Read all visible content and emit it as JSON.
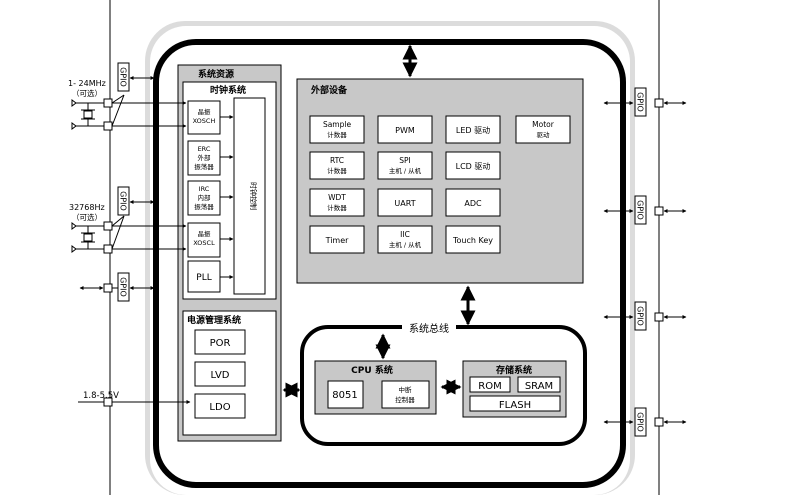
{
  "external": {
    "crystal_high": "1- 24MHz",
    "crystal_high_note": "（可选）",
    "crystal_low": "32768Hz",
    "crystal_low_note": "（可选）",
    "supply": "1.8-5.5V",
    "gpio": "GPIO"
  },
  "system_resources": {
    "title": "系统资源",
    "clock_title": "时钟系统",
    "clock_blocks": [
      {
        "line1": "晶振",
        "line2": "XOSCH",
        "line3": ""
      },
      {
        "line1": "ERC",
        "line2": "外部",
        "line3": "振荡器"
      },
      {
        "line1": "IRC",
        "line2": "内部",
        "line3": "振荡器"
      },
      {
        "line1": "晶振",
        "line2": "XOSCL",
        "line3": ""
      }
    ],
    "pll": "PLL",
    "clock_control": "时钟控制",
    "power_title": "电源管理系统",
    "power_blocks": [
      "POR",
      "LVD",
      "LDO"
    ]
  },
  "peripherals": {
    "title": "外部设备",
    "items": [
      {
        "line1": "Sample",
        "line2": "计数器"
      },
      {
        "line1": "PWM",
        "line2": ""
      },
      {
        "line1": "LED 驱动",
        "line2": ""
      },
      {
        "line1": "Motor",
        "line2": "驱动"
      },
      {
        "line1": "RTC",
        "line2": "计数器"
      },
      {
        "line1": "SPI",
        "line2": "主机 / 从机"
      },
      {
        "line1": "LCD 驱动",
        "line2": ""
      },
      {
        "line1": "WDT",
        "line2": "计数器"
      },
      {
        "line1": "UART",
        "line2": ""
      },
      {
        "line1": "ADC",
        "line2": ""
      },
      {
        "line1": "Timer",
        "line2": ""
      },
      {
        "line1": "IIC",
        "line2": "主机 / 从机"
      },
      {
        "line1": "Touch Key",
        "line2": ""
      }
    ]
  },
  "system_bus": "系统总线",
  "cpu": {
    "title": "CPU 系统",
    "core": "8051",
    "interrupt_line1": "中断",
    "interrupt_line2": "控制器"
  },
  "storage": {
    "title": "存储系统",
    "rom": "ROM",
    "sram": "SRAM",
    "flash": "FLASH"
  }
}
